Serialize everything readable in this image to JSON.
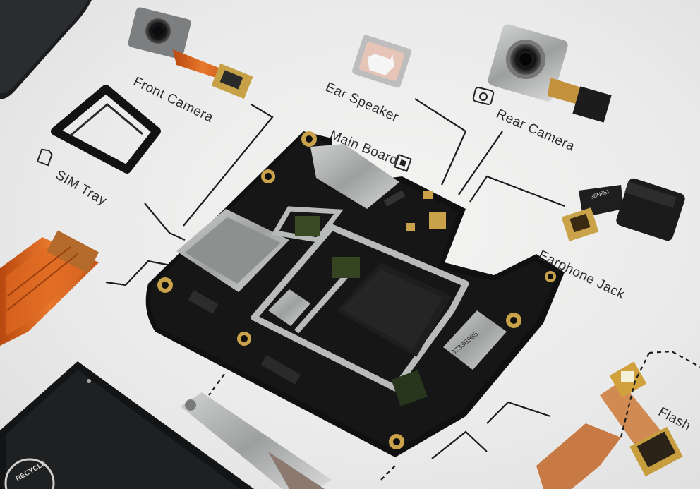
{
  "labels": {
    "front_camera": "Front Camera",
    "ear_speaker": "Ear Speaker",
    "rear_camera": "Rear Camera",
    "main_board": "Main Board",
    "sim_tray": "SIM Tray",
    "earphone_jack": "Earphone Jack",
    "flash": "Flash"
  },
  "chip_marks": {
    "memory_chip": "3733B985",
    "jack_label": "30N851",
    "battery_text": "RECYCLE"
  },
  "icons": {
    "rear_camera": "camera-icon",
    "main_board": "chip-icon",
    "sim_tray": "sim-card-icon"
  },
  "colors": {
    "background": "#ecedec",
    "board": "#141414",
    "gold": "#c9a24a",
    "flex_cable": "#d9601c",
    "line": "#1c1c1c"
  }
}
